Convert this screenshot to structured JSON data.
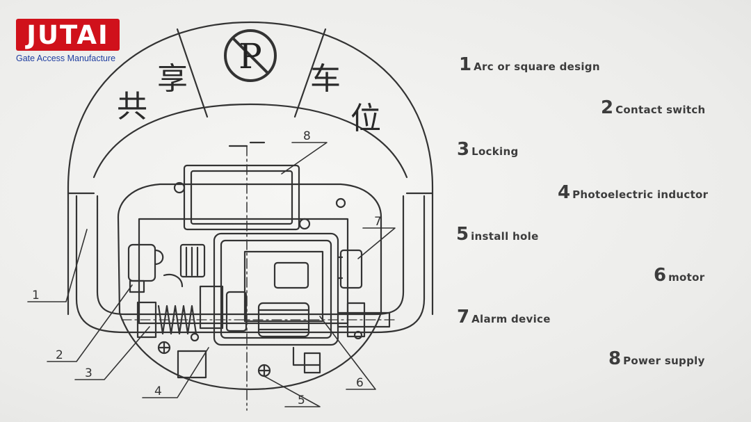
{
  "brand": {
    "name": "JUTAI",
    "tagline": "Gate Access Manufacture",
    "color": "#d0111b",
    "tagline_color": "#1f3ea0"
  },
  "diagram": {
    "cover_text": [
      "共",
      "享",
      "车",
      "位"
    ],
    "no_parking_symbol": "P",
    "parts": [
      {
        "num": "1",
        "text": "Arc or square design"
      },
      {
        "num": "2",
        "text": "Contact switch"
      },
      {
        "num": "3",
        "text": "Locking"
      },
      {
        "num": "4",
        "text": "Photoelectric inductor"
      },
      {
        "num": "5",
        "text": "install hole"
      },
      {
        "num": "6",
        "text": "motor"
      },
      {
        "num": "7",
        "text": "Alarm device"
      },
      {
        "num": "8",
        "text": "Power supply"
      }
    ],
    "callouts": [
      "1",
      "2",
      "3",
      "4",
      "5",
      "6",
      "7",
      "8"
    ]
  }
}
